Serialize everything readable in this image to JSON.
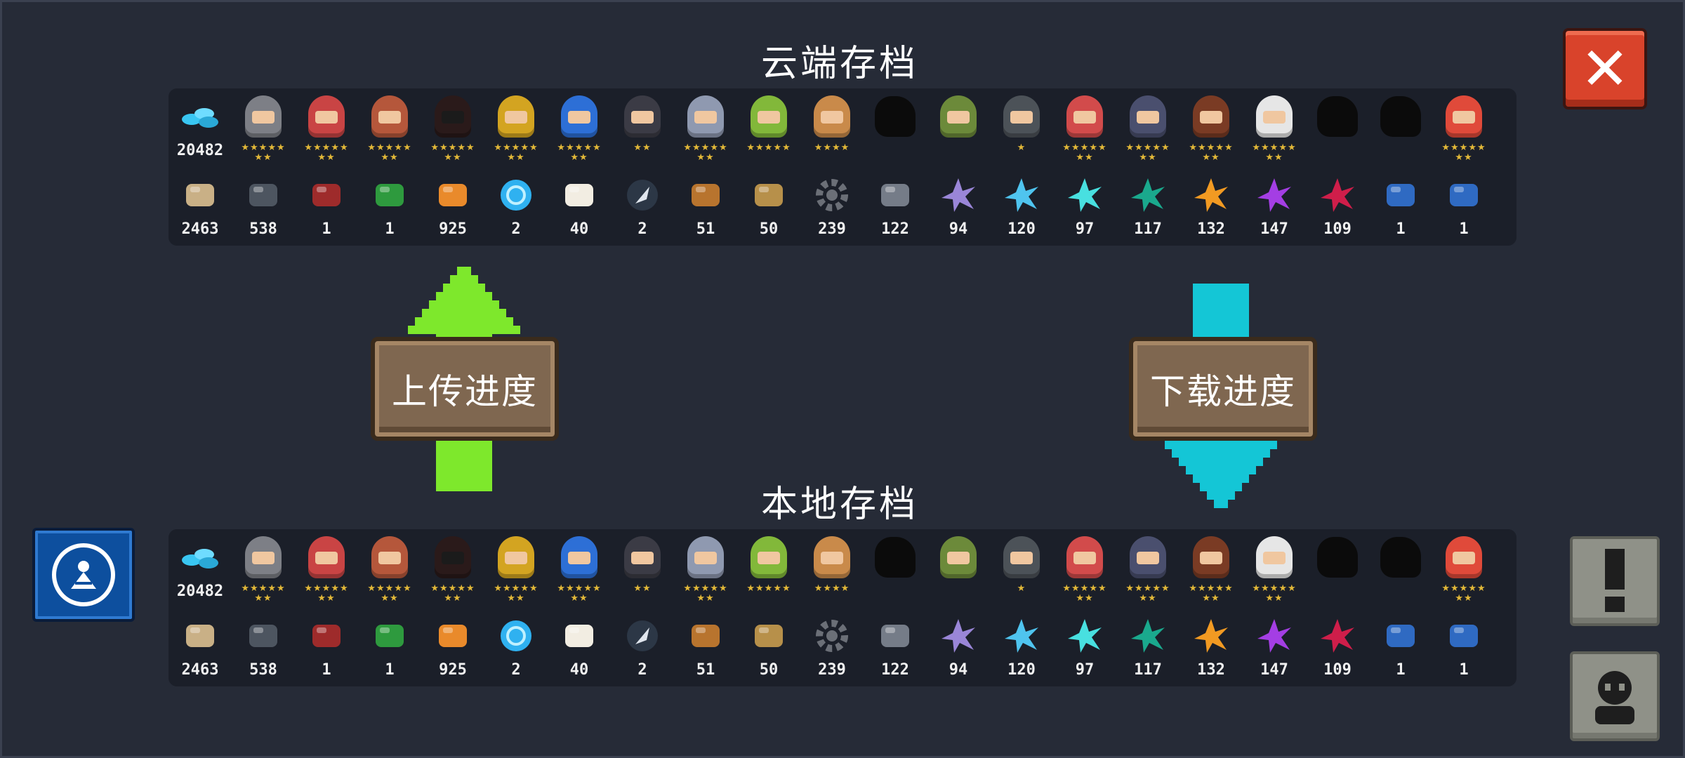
{
  "cloud": {
    "title": "云端存档",
    "gems": "20482",
    "materials": [
      {
        "icon": "wood-plank",
        "color": "#c9b086",
        "value": "2463"
      },
      {
        "icon": "battery",
        "color": "#4d5560",
        "value": "538"
      },
      {
        "icon": "red-emblem",
        "color": "#9e2b2b",
        "value": "1"
      },
      {
        "icon": "green-book",
        "color": "#2e9a3e",
        "value": "1"
      },
      {
        "icon": "orange-ore",
        "color": "#e98a2b",
        "value": "925"
      },
      {
        "icon": "blue-orb",
        "color": "#2fb1f0",
        "value": "2"
      },
      {
        "icon": "cotton-bag",
        "color": "#f2ede2",
        "value": "40"
      },
      {
        "icon": "feather-disc",
        "color": "#7f8da0",
        "value": "2"
      },
      {
        "icon": "horn",
        "color": "#b8742e",
        "value": "51"
      },
      {
        "icon": "shell",
        "color": "#b7904a",
        "value": "50"
      },
      {
        "icon": "gear",
        "color": "#6b6f77",
        "value": "239"
      },
      {
        "icon": "iron-ore",
        "color": "#757c88",
        "value": "122"
      },
      {
        "icon": "purple-crystal",
        "color": "#9a86d8",
        "value": "94"
      },
      {
        "icon": "blue-crystal",
        "color": "#4fc4ef",
        "value": "120"
      },
      {
        "icon": "cyan-crystal",
        "color": "#48e0e0",
        "value": "97"
      },
      {
        "icon": "teal-crystal",
        "color": "#1aa98d",
        "value": "117"
      },
      {
        "icon": "orange-crystal",
        "color": "#f29a22",
        "value": "132"
      },
      {
        "icon": "violet-crystal",
        "color": "#a43ee4",
        "value": "147"
      },
      {
        "icon": "crimson-crystal",
        "color": "#cf1e4a",
        "value": "109"
      },
      {
        "icon": "blue-wolf",
        "color": "#2f6ac2",
        "value": "1"
      },
      {
        "icon": "blue-wolf",
        "color": "#2f6ac2",
        "value": "1"
      }
    ]
  },
  "local": {
    "title": "本地存档",
    "gems": "20482",
    "materials": [
      {
        "icon": "wood-plank",
        "color": "#c9b086",
        "value": "2463"
      },
      {
        "icon": "battery",
        "color": "#4d5560",
        "value": "538"
      },
      {
        "icon": "red-emblem",
        "color": "#9e2b2b",
        "value": "1"
      },
      {
        "icon": "green-book",
        "color": "#2e9a3e",
        "value": "1"
      },
      {
        "icon": "orange-ore",
        "color": "#e98a2b",
        "value": "925"
      },
      {
        "icon": "blue-orb",
        "color": "#2fb1f0",
        "value": "2"
      },
      {
        "icon": "cotton-bag",
        "color": "#f2ede2",
        "value": "40"
      },
      {
        "icon": "feather-disc",
        "color": "#7f8da0",
        "value": "2"
      },
      {
        "icon": "horn",
        "color": "#b8742e",
        "value": "51"
      },
      {
        "icon": "shell",
        "color": "#b7904a",
        "value": "50"
      },
      {
        "icon": "gear",
        "color": "#6b6f77",
        "value": "239"
      },
      {
        "icon": "iron-ore",
        "color": "#757c88",
        "value": "122"
      },
      {
        "icon": "purple-crystal",
        "color": "#9a86d8",
        "value": "94"
      },
      {
        "icon": "blue-crystal",
        "color": "#4fc4ef",
        "value": "120"
      },
      {
        "icon": "cyan-crystal",
        "color": "#48e0e0",
        "value": "97"
      },
      {
        "icon": "teal-crystal",
        "color": "#1aa98d",
        "value": "117"
      },
      {
        "icon": "orange-crystal",
        "color": "#f29a22",
        "value": "132"
      },
      {
        "icon": "violet-crystal",
        "color": "#a43ee4",
        "value": "147"
      },
      {
        "icon": "crimson-crystal",
        "color": "#cf1e4a",
        "value": "109"
      },
      {
        "icon": "blue-wolf",
        "color": "#2f6ac2",
        "value": "1"
      },
      {
        "icon": "blue-wolf",
        "color": "#2f6ac2",
        "value": "1"
      }
    ]
  },
  "heroes": [
    {
      "icon": "knight-hero",
      "color": "#7d7f86",
      "stars": "★★★★★ ★★"
    },
    {
      "icon": "rogue-hero",
      "color": "#c94444",
      "stars": "★★★★★ ★★"
    },
    {
      "icon": "witch-hero",
      "color": "#b5573b",
      "stars": "★★★★★ ★★"
    },
    {
      "icon": "assassin-hero",
      "color": "#2a1a1a",
      "stars": "★★★★★ ★★"
    },
    {
      "icon": "robot-hero",
      "color": "#d3a421",
      "stars": "★★★★★ ★★"
    },
    {
      "icon": "engineer-hero",
      "color": "#2d6fd6",
      "stars": "★★★★★ ★★"
    },
    {
      "icon": "vampire-hero",
      "color": "#3b3b45",
      "stars": "★★"
    },
    {
      "icon": "paladin-hero",
      "color": "#8f99b0",
      "stars": "★★★★★ ★★"
    },
    {
      "icon": "elf-hero",
      "color": "#82b83a",
      "stars": "★★★★★"
    },
    {
      "icon": "werewolf-hero",
      "color": "#c98a4a",
      "stars": "★★★★"
    },
    {
      "icon": "locked-hero-silhouette",
      "color": "#0b0b0b",
      "stars": ""
    },
    {
      "icon": "druid-hero",
      "color": "#6c8a3a",
      "stars": ""
    },
    {
      "icon": "robot-scout-hero",
      "color": "#4c5258",
      "stars": "★"
    },
    {
      "icon": "berserker-hero",
      "color": "#d24b4b",
      "stars": "★★★★★ ★★"
    },
    {
      "icon": "necromancer-hero",
      "color": "#4a4f6e",
      "stars": "★★★★★ ★★"
    },
    {
      "icon": "bandit-hero",
      "color": "#7a3b24",
      "stars": "★★★★★ ★★"
    },
    {
      "icon": "taoist-hero",
      "color": "#e6e6e6",
      "stars": "★★★★★ ★★"
    },
    {
      "icon": "locked-hero-silhouette",
      "color": "#0b0b0b",
      "stars": ""
    },
    {
      "icon": "locked-hero-silhouette",
      "color": "#0b0b0b",
      "stars": ""
    },
    {
      "icon": "phoenix-hero",
      "color": "#e04a3a",
      "stars": "★★★★★ ★★"
    }
  ],
  "upload_label": "上传进度",
  "download_label": "下载进度",
  "colors": {
    "upload_arrow": "#7ee82c",
    "download_arrow": "#14c6d6",
    "close_button": "#d9432b",
    "sign_wood": "#7f6750"
  },
  "icons": {
    "close": "close-icon",
    "exclamation": "exclamation-icon",
    "profile": "profile-icon",
    "logo": "community-logo-icon"
  }
}
